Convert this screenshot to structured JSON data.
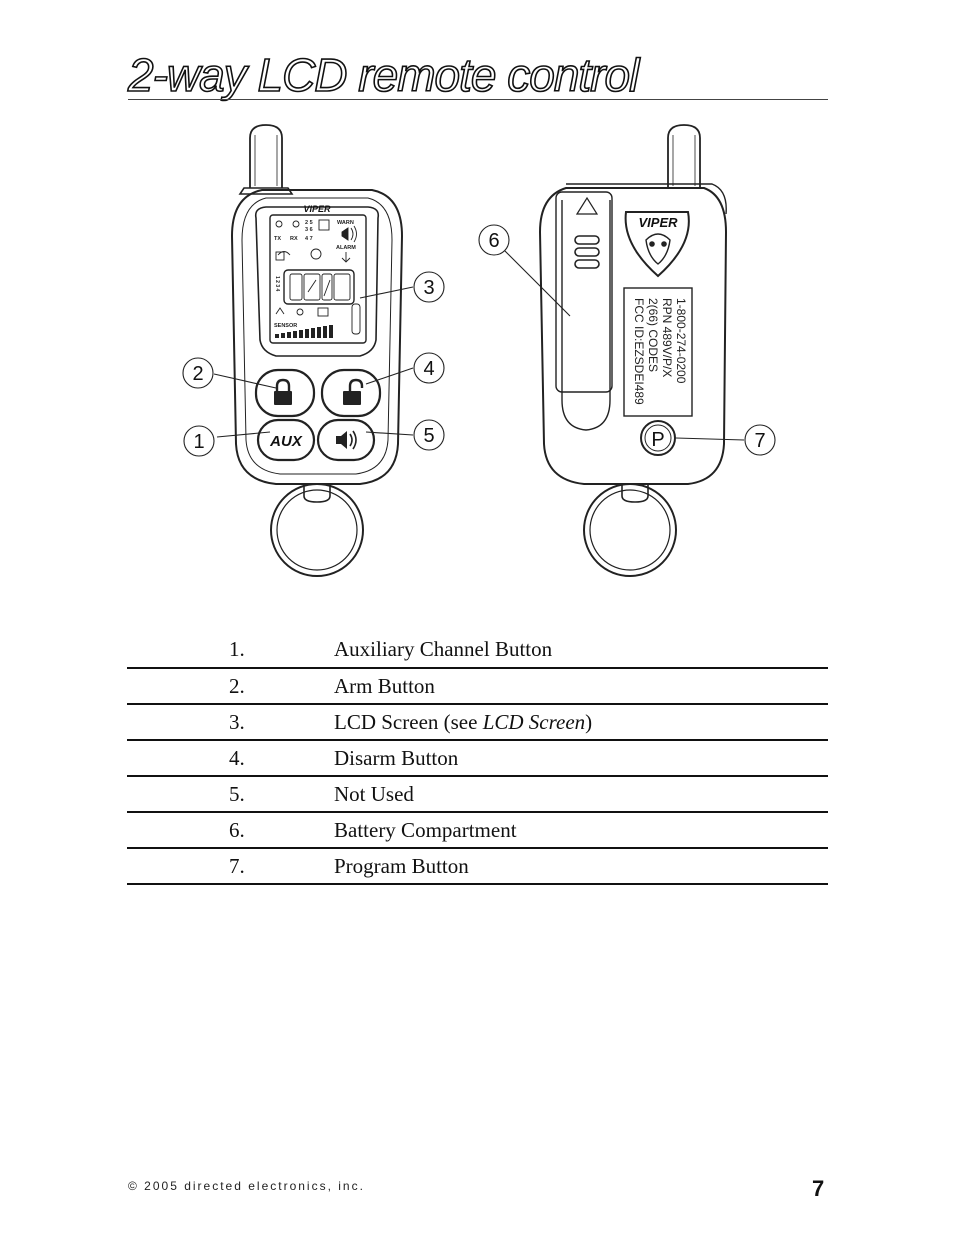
{
  "page": {
    "title": "2-way LCD remote control",
    "footer": "© 2005 directed electronics, inc.",
    "page_number": "7"
  },
  "figure": {
    "callouts": [
      "1",
      "2",
      "3",
      "4",
      "5",
      "6",
      "7"
    ],
    "front": {
      "brand": "VIPER",
      "lcd": {
        "tx": "TX",
        "rx": "RX",
        "warn": "WARN",
        "alarm": "ALARM",
        "sensor": "SENSOR",
        "nums_a": "2 5",
        "nums_b": "3 6",
        "nums_c": "4 7",
        "channels": "1 2 3 4"
      },
      "buttons": {
        "aux": "AUX"
      },
      "icons": [
        "lock-icon",
        "unlock-icon",
        "speaker-icon",
        "antenna-icon",
        "key-ring-icon"
      ]
    },
    "back": {
      "brand": "VIPER",
      "label_lines": [
        "1-800-274-0200",
        "RPN 489V/P/X",
        "2(66) CODES",
        "FCC ID:EZSDEI489"
      ],
      "program_button": "P"
    }
  },
  "legend": [
    {
      "num": "1.",
      "label": "Auxiliary Channel Button"
    },
    {
      "num": "2.",
      "label": "Arm Button"
    },
    {
      "num": "3.",
      "label_before": "LCD Screen (see ",
      "label_italic": "LCD Screen",
      "label_after": ")"
    },
    {
      "num": "4.",
      "label": "Disarm Button"
    },
    {
      "num": "5.",
      "label": "Not Used"
    },
    {
      "num": "6.",
      "label": "Battery Compartment"
    },
    {
      "num": "7.",
      "label": "Program Button"
    }
  ]
}
